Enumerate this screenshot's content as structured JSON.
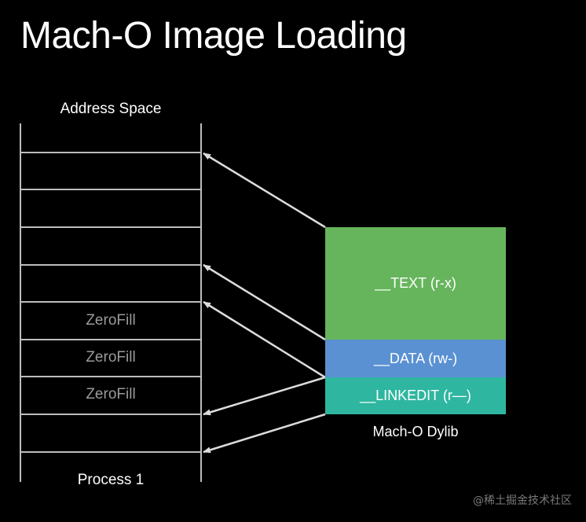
{
  "title": "Mach-O Image Loading",
  "address_space": {
    "label": "Address Space",
    "zerofill_labels": [
      "ZeroFill",
      "ZeroFill",
      "ZeroFill"
    ]
  },
  "process_label": "Process 1",
  "dylib": {
    "label": "Mach-O Dylib",
    "segments": [
      {
        "name": "__TEXT (r-x)",
        "color": "#66b55c"
      },
      {
        "name": "__DATA (rw-)",
        "color": "#5a91d2"
      },
      {
        "name": "__LINKEDIT (r—)",
        "color": "#2fb6a0"
      }
    ]
  },
  "colors": {
    "background": "#000000",
    "lines": "#bdbdbd",
    "arrows": "#dcdcdc",
    "zerofill_text": "#9a9a9a"
  },
  "watermark": "@稀土掘金技术社区"
}
